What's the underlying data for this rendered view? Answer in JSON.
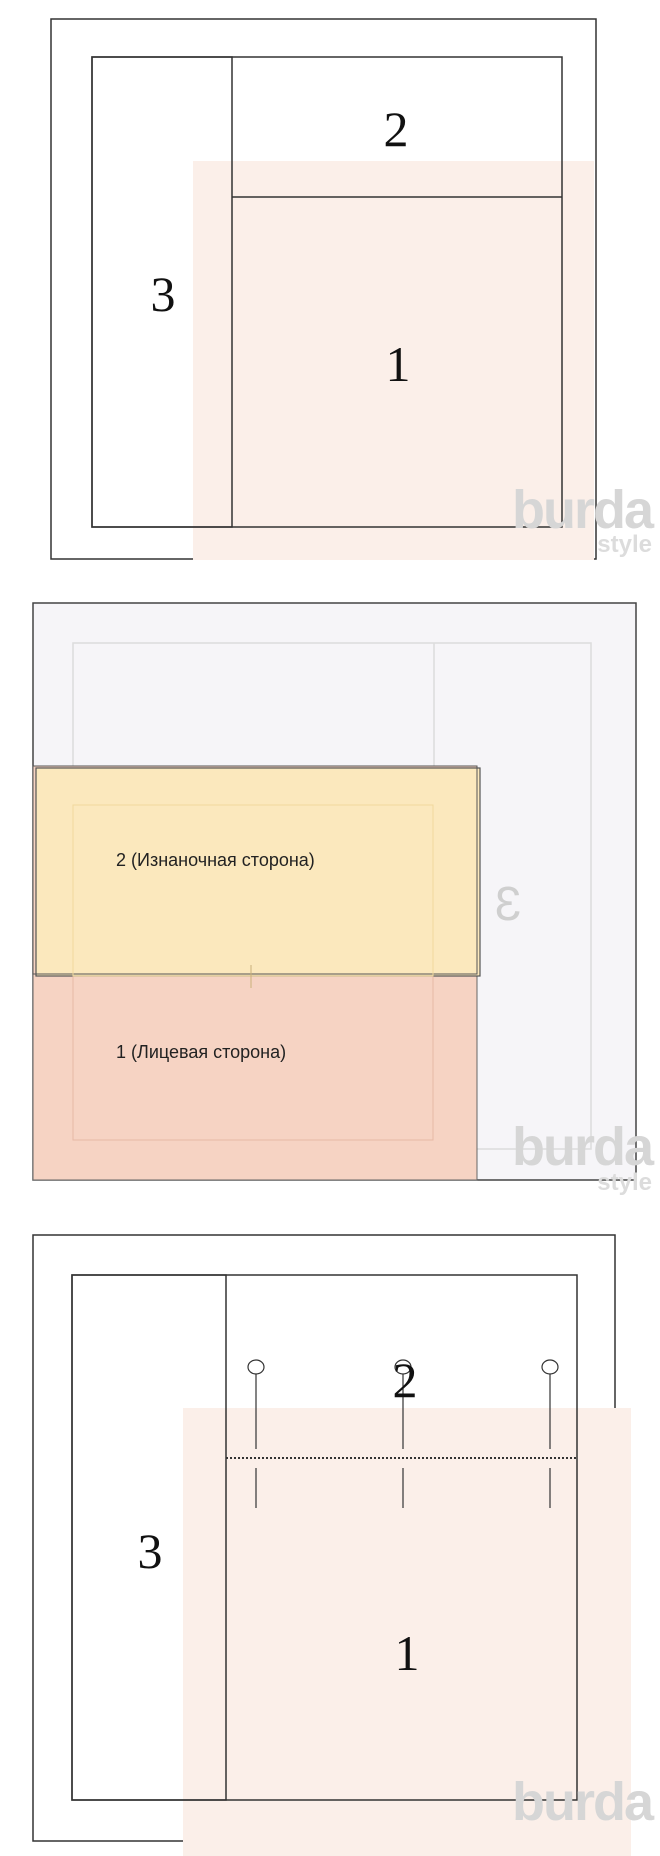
{
  "diagram1": {
    "label_1": "1",
    "label_2": "2",
    "label_3": "3"
  },
  "diagram2": {
    "label_2": "2 (Изнаночная сторона)",
    "label_1": "1 (Лицевая сторона)",
    "label_3_mirrored": "3"
  },
  "diagram3": {
    "label_1": "1",
    "label_2": "2",
    "label_3": "3"
  },
  "logo": {
    "main": "burda",
    "sub": "style"
  },
  "colors": {
    "piece1_tint": "#fbefe9",
    "piece2_yellow": "#fbe8bd",
    "piece1_salmon": "#f6d3c3",
    "background_grey": "#f6f5f8"
  }
}
